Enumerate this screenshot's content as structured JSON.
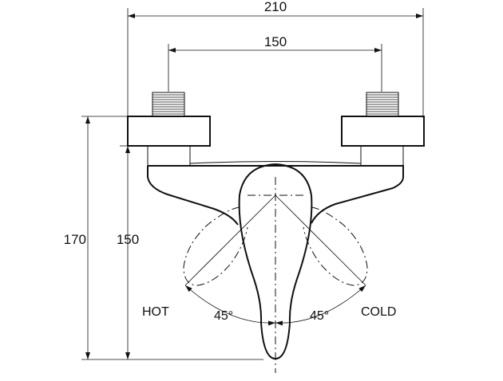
{
  "dimensions": {
    "overall_width": "210",
    "center_distance": "150",
    "overall_height": "170",
    "inlet_height": "150"
  },
  "labels": {
    "hot": "HOT",
    "cold": "COLD",
    "angle_left": "45°",
    "angle_right": "45°"
  }
}
